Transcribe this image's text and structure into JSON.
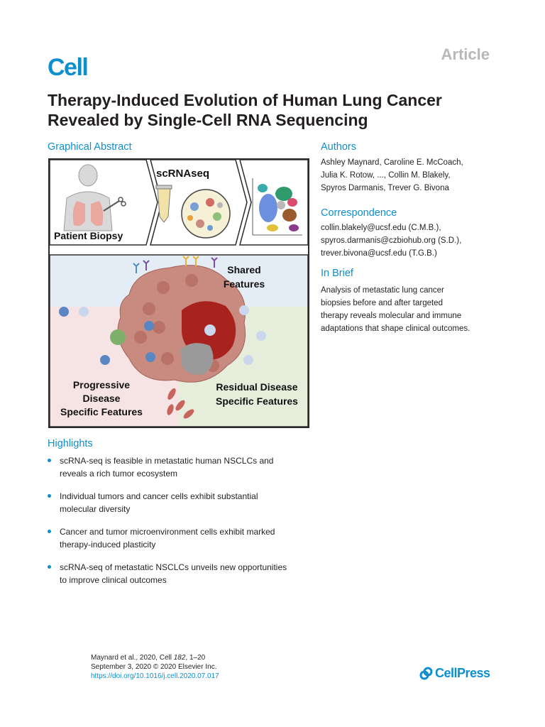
{
  "header": {
    "journal_logo": "Cell",
    "article_type": "Article"
  },
  "title": "Therapy-Induced Evolution of Human Lung Cancer Revealed by Single-Cell RNA Sequencing",
  "graphical_abstract": {
    "heading": "Graphical Abstract",
    "labels": {
      "scrnaseq": "scRNAseq",
      "patient_biopsy": "Patient Biopsy",
      "shared_line1": "Shared",
      "shared_line2": "Features",
      "progressive_line1": "Progressive",
      "progressive_line2": "Disease",
      "progressive_line3": "Specific Features",
      "residual_line1": "Residual Disease",
      "residual_line2": "Specific Features"
    },
    "colors": {
      "blue_bg": "#e4ecf5",
      "pink_bg": "#f6e3e3",
      "green_bg": "#e6eedb",
      "tumor": "#c98a80",
      "tumor_dark": "#a8231d"
    }
  },
  "authors": {
    "heading": "Authors",
    "lines": [
      "Ashley Maynard, Caroline E. McCoach,",
      "Julia K. Rotow, ..., Collin M. Blakely,",
      "Spyros Darmanis, Trever G. Bivona"
    ]
  },
  "correspondence": {
    "heading": "Correspondence",
    "lines": [
      "collin.blakely@ucsf.edu (C.M.B.),",
      "spyros.darmanis@czbiohub.org (S.D.),",
      "trever.bivona@ucsf.edu (T.G.B.)"
    ]
  },
  "in_brief": {
    "heading": "In Brief",
    "lines": [
      "Analysis of metastatic lung cancer",
      "biopsies before and after targeted",
      "therapy reveals molecular and immune",
      "adaptations that shape clinical outcomes."
    ]
  },
  "highlights": {
    "heading": "Highlights",
    "items": [
      {
        "line1": "scRNA-seq is feasible in metastatic human NSCLCs and",
        "line2": "reveals a rich tumor ecosystem"
      },
      {
        "line1": "Individual tumors and cancer cells exhibit substantial",
        "line2": "molecular diversity"
      },
      {
        "line1": "Cancer and tumor microenvironment cells exhibit marked",
        "line2": "therapy-induced plasticity"
      },
      {
        "line1": "scRNA-seq of metastatic NSCLCs unveils new opportunities",
        "line2": "to improve clinical outcomes"
      }
    ]
  },
  "footer": {
    "citation_prefix": "Maynard et al., 2020, Cell ",
    "citation_volume": "182",
    "citation_pages": ", 1–20",
    "date_line": "September 3, 2020 © 2020 Elsevier Inc.",
    "doi": "https://doi.org/10.1016/j.cell.2020.07.017",
    "publisher_logo": "CellPress"
  },
  "accent_color": "#0d8fcf"
}
